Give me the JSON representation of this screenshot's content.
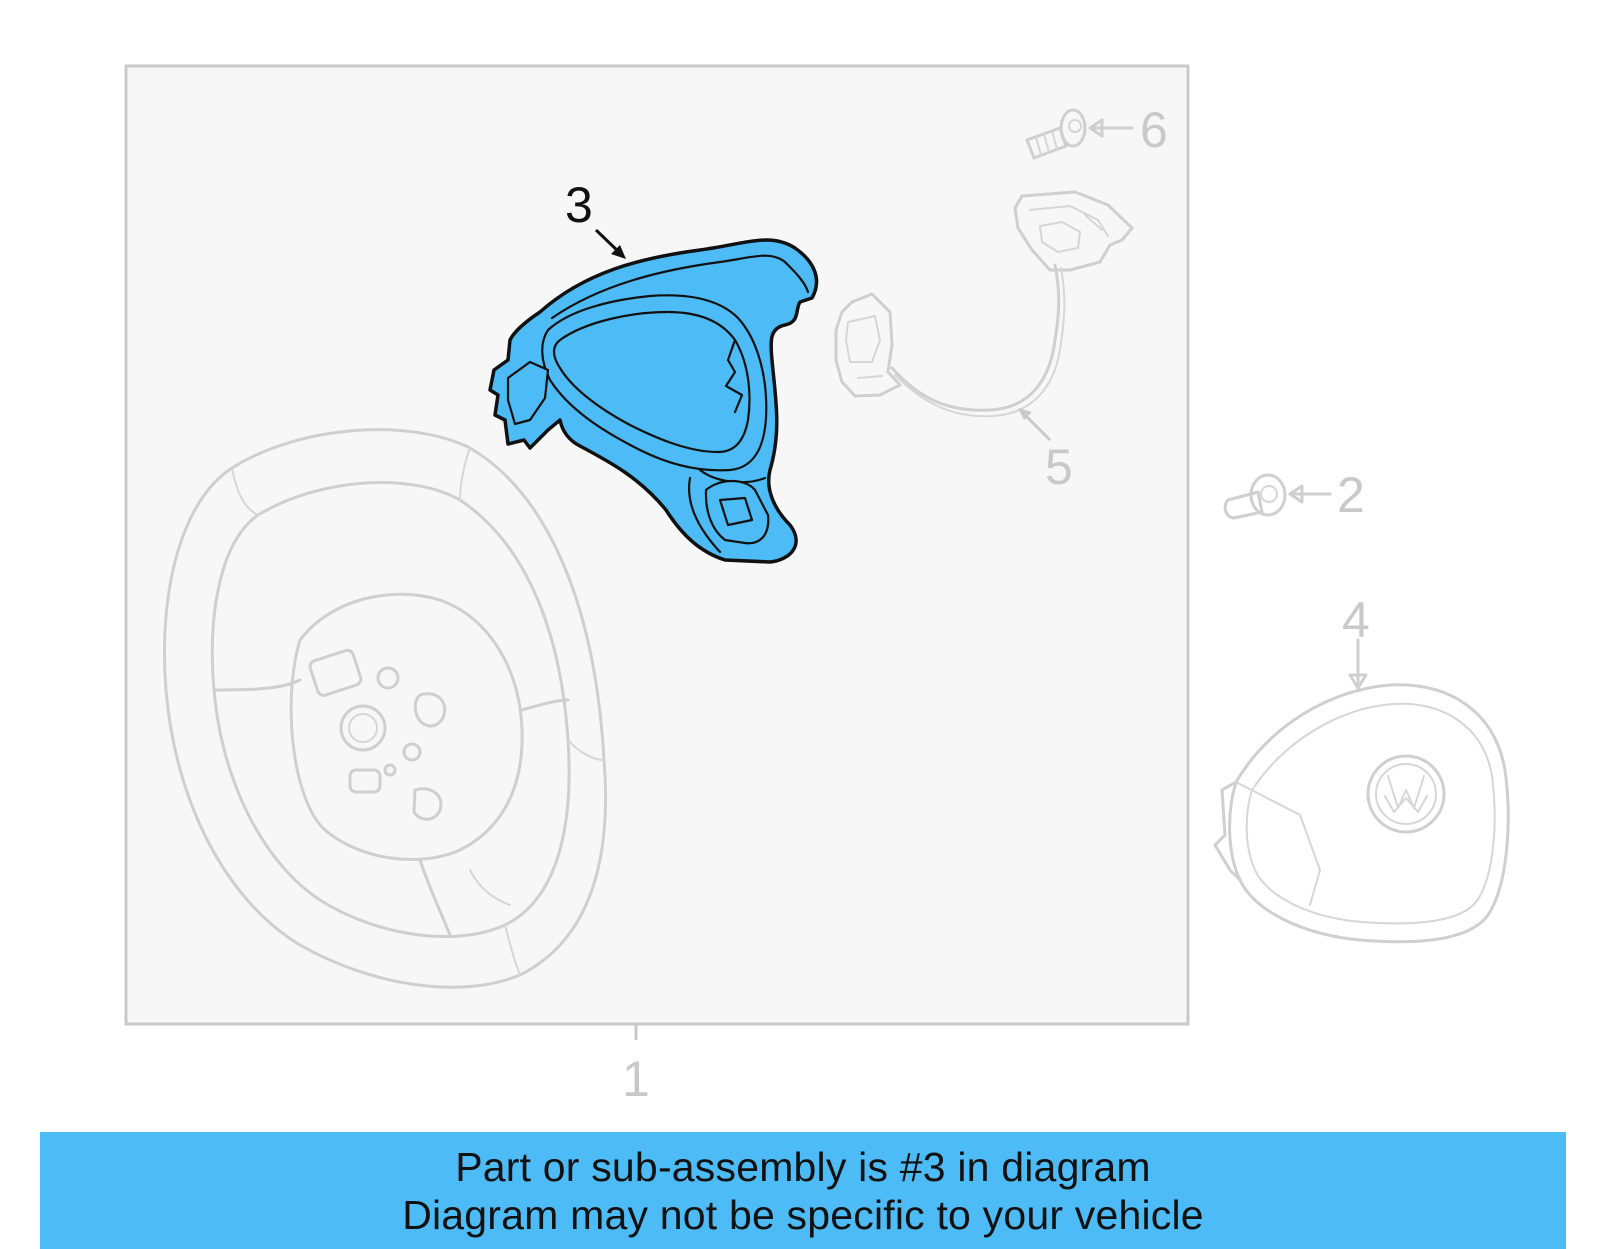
{
  "callouts": {
    "c1": "1",
    "c2": "2",
    "c3": "3",
    "c4": "4",
    "c5": "5",
    "c6": "6"
  },
  "banner": {
    "line1": "Part or sub-assembly is #3 in diagram",
    "line2": "Diagram may not be specific to your vehicle"
  },
  "colors": {
    "highlight": "#4dbbf5",
    "panel": "#f7f7f7",
    "ghost_line": "#cfcfcf",
    "banner": "#4dbbf5"
  }
}
